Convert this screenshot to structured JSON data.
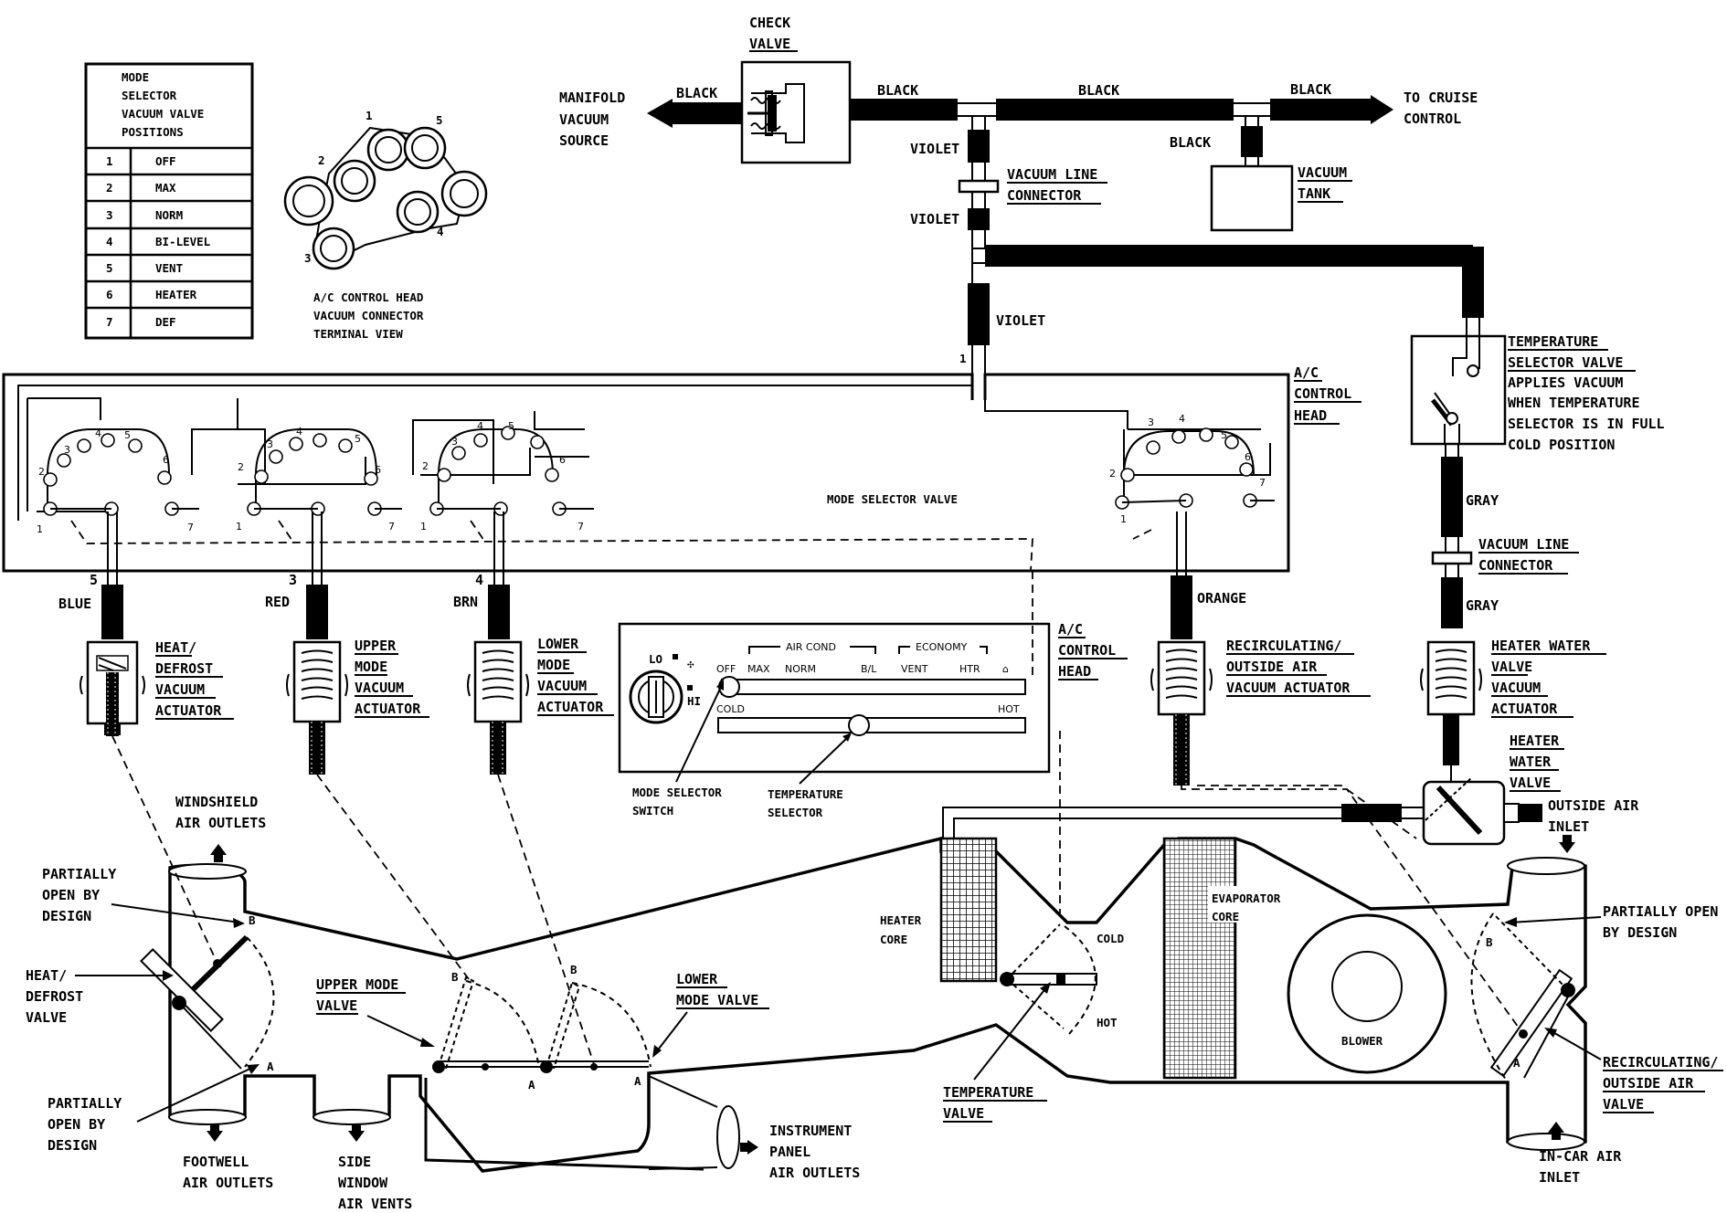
{
  "mode_table": {
    "title_lines": [
      "MODE",
      "SELECTOR",
      "VACUUM VALVE",
      "POSITIONS"
    ],
    "rows": [
      {
        "num": "1",
        "label": "OFF"
      },
      {
        "num": "2",
        "label": "MAX"
      },
      {
        "num": "3",
        "label": "NORM"
      },
      {
        "num": "4",
        "label": "BI-LEVEL"
      },
      {
        "num": "5",
        "label": "VENT"
      },
      {
        "num": "6",
        "label": "HEATER"
      },
      {
        "num": "7",
        "label": "DEF"
      }
    ]
  },
  "connector_view": {
    "pins": [
      "1",
      "2",
      "3",
      "4",
      "5"
    ],
    "caption": [
      "A/C CONTROL HEAD",
      "VACUUM CONNECTOR",
      "TERMINAL VIEW"
    ]
  },
  "top": {
    "check_valve": [
      "CHECK",
      "VALVE"
    ],
    "manifold": [
      "MANIFOLD",
      "VACUUM",
      "SOURCE"
    ],
    "black": "BLACK",
    "cruise": [
      "TO CRUISE",
      "CONTROL"
    ],
    "vacuum_tank": [
      "VACUUM",
      "TANK"
    ],
    "violet": "VIOLET",
    "vacuum_line_connector": [
      "VACUUM LINE",
      "CONNECTOR"
    ]
  },
  "temp_selector_valve": [
    "TEMPERATURE",
    "SELECTOR VALVE",
    "APPLIES VACUUM",
    "WHEN TEMPERATURE",
    "SELECTOR IS IN FULL",
    "COLD POSITION"
  ],
  "gray": "GRAY",
  "control_head_label": [
    "A/C",
    "CONTROL",
    "HEAD"
  ],
  "mode_selector_valve": "MODE SELECTOR VALVE",
  "valve_numbers": [
    "1",
    "2",
    "3",
    "4",
    "5",
    "6",
    "7"
  ],
  "hoses": [
    {
      "num": "5",
      "color": "BLUE"
    },
    {
      "num": "3",
      "color": "RED"
    },
    {
      "num": "4",
      "color": "BRN"
    },
    {
      "num": "",
      "color": "ORANGE"
    }
  ],
  "actuators": {
    "heat_defrost": [
      "HEAT/",
      "DEFROST",
      "VACUUM",
      "ACTUATOR"
    ],
    "upper_mode": [
      "UPPER",
      "MODE",
      "VACUUM",
      "ACTUATOR"
    ],
    "lower_mode": [
      "LOWER",
      "MODE",
      "VACUUM",
      "ACTUATOR"
    ],
    "recirc": [
      "RECIRCULATING/",
      "OUTSIDE AIR",
      "VACUUM ACTUATOR"
    ],
    "heater_water": [
      "HEATER WATER",
      "VALVE",
      "VACUUM",
      "ACTUATOR"
    ]
  },
  "panel": {
    "lo": "LO",
    "hi": "HI",
    "air_cond": "AIR COND",
    "economy": "ECONOMY",
    "positions": [
      "OFF",
      "MAX",
      "NORM",
      "B/L",
      "VENT",
      "HTR"
    ],
    "cold": "COLD",
    "hot": "HOT",
    "mode_switch": [
      "MODE SELECTOR",
      "SWITCH"
    ],
    "temp_selector": [
      "TEMPERATURE",
      "SELECTOR"
    ],
    "head_label": [
      "A/C",
      "CONTROL",
      "HEAD"
    ]
  },
  "ducts": {
    "windshield": [
      "WINDSHIELD",
      "AIR OUTLETS"
    ],
    "partially_open_1": [
      "PARTIALLY",
      "OPEN BY",
      "DESIGN"
    ],
    "heat_defrost_valve": [
      "HEAT/",
      "DEFROST",
      "VALVE"
    ],
    "partially_open_2": [
      "PARTIALLY",
      "OPEN BY",
      "DESIGN"
    ],
    "footwell": [
      "FOOTWELL",
      "AIR OUTLETS"
    ],
    "side_window": [
      "SIDE",
      "WINDOW",
      "AIR VENTS"
    ],
    "upper_mode_valve": [
      "UPPER MODE",
      "VALVE"
    ],
    "lower_mode_valve": [
      "LOWER",
      "MODE VALVE"
    ],
    "instrument_panel": [
      "INSTRUMENT",
      "PANEL",
      "AIR OUTLETS"
    ],
    "heater_core": [
      "HEATER",
      "CORE"
    ],
    "evaporator_core": [
      "EVAPORATOR",
      "CORE"
    ],
    "cold": "COLD",
    "hot": "HOT",
    "blower": "BLOWER",
    "temperature_valve": [
      "TEMPERATURE",
      "VALVE"
    ],
    "heater_water_valve": [
      "HEATER",
      "WATER",
      "VALVE"
    ],
    "outside_air_inlet": [
      "OUTSIDE AIR",
      "INLET"
    ],
    "partially_open_3": [
      "PARTIALLY OPEN",
      "BY DESIGN"
    ],
    "recirc_valve": [
      "RECIRCULATING/",
      "OUTSIDE AIR",
      "VALVE"
    ],
    "in_car_inlet": [
      "IN-CAR AIR",
      "INLET"
    ],
    "a": "A",
    "b": "B"
  }
}
